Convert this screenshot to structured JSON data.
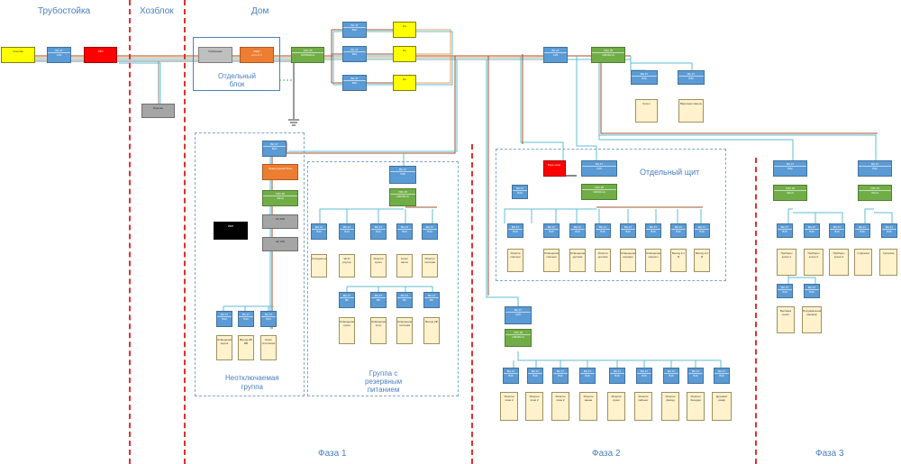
{
  "sections": {
    "truboboy": "Трубостойка",
    "hozblok": "Хозблок",
    "dom": "Дом"
  },
  "labels": {
    "separate_block": "Отдельный\nблок",
    "separate_panel": "Отдельный щит",
    "non_disconnect": "Неотключаемая\nгруппа",
    "reserve_group": "Группа с\nрезервным\nпитанием",
    "phase1": "Фаза 1",
    "phase2": "Фаза 2",
    "phase3": "Фаза 3"
  },
  "colors": {
    "label": "#4a7fc1",
    "separator": "#e03030",
    "wire_brown": "#a0522d",
    "wire_orange": "#e8a060",
    "wire_blue": "#5fbcd3",
    "wire_gray": "#888888"
  },
  "blocks": [
    {
      "id": "b0",
      "color": "yellow",
      "line1": "Счетчик",
      "line2": ""
    },
    {
      "id": "b1",
      "color": "blue",
      "line1": "ВА 47",
      "line2": "С40"
    },
    {
      "id": "b2",
      "color": "red",
      "line1": "УЗП",
      "line2": ""
    },
    {
      "id": "b3",
      "color": "dgray",
      "line1": "Розетка",
      "line2": ""
    },
    {
      "id": "b4",
      "color": "gray",
      "line1": "Рубильник",
      "line2": ""
    },
    {
      "id": "b5",
      "color": "orange",
      "line1": "АВДТ",
      "line2": "Ауто 2 3"
    },
    {
      "id": "b6",
      "color": "green",
      "line1": "УЗО 25",
      "line2": "100/300mA"
    },
    {
      "id": "b7",
      "color": "blue",
      "line1": "ВА 47",
      "line2": "В10"
    },
    {
      "id": "b8",
      "color": "blue",
      "line1": "ВА 47",
      "line2": "В10"
    },
    {
      "id": "b9",
      "color": "blue",
      "line1": "ВА 47",
      "line2": "В10"
    },
    {
      "id": "b10",
      "color": "yellow",
      "line1": "Рн",
      "line2": ""
    },
    {
      "id": "b11",
      "color": "yellow",
      "line1": "Рн",
      "line2": ""
    },
    {
      "id": "b12",
      "color": "yellow",
      "line1": "Рн",
      "line2": ""
    },
    {
      "id": "b13",
      "color": "blue",
      "line1": "ВА 47",
      "line2": "С25"
    },
    {
      "id": "b14",
      "color": "green",
      "line1": "УЗО 25",
      "line2": "100/30mA"
    },
    {
      "id": "b15",
      "color": "blue",
      "line1": "ВА 47",
      "line2": "В16"
    },
    {
      "id": "b16",
      "color": "blue",
      "line1": "ВА 47",
      "line2": "В16"
    },
    {
      "id": "b17",
      "color": "load",
      "line1": "Котел",
      "line2": ""
    },
    {
      "id": "b18",
      "color": "load",
      "line1": "Варочная панель",
      "line2": ""
    },
    {
      "id": "b19",
      "color": "blue",
      "line1": "ВА 47",
      "line2": "В16"
    },
    {
      "id": "b20",
      "color": "orange",
      "line1": "Инверторный блок",
      "line2": ""
    },
    {
      "id": "b21",
      "color": "green",
      "line1": "УЗО 25",
      "line2": "30mA"
    },
    {
      "id": "b22",
      "color": "dgray",
      "line1": "АС 100",
      "line2": ""
    },
    {
      "id": "b23",
      "color": "black",
      "line1": "ИБП",
      "line2": ""
    },
    {
      "id": "b24",
      "color": "dgray",
      "line1": "АС 100",
      "line2": ""
    },
    {
      "id": "b25",
      "color": "blue",
      "line1": "ВА 47",
      "line2": "В10"
    },
    {
      "id": "b26",
      "color": "blue",
      "line1": "ВА 47",
      "line2": "В10"
    },
    {
      "id": "b27",
      "color": "blue",
      "line1": "ВА 47",
      "line2": "В10"
    },
    {
      "id": "b28",
      "color": "load",
      "line1": "Освещение",
      "line2": "щиток"
    },
    {
      "id": "b29",
      "color": "load",
      "line1": "Выход 2Ф",
      "line2": "ВВ"
    },
    {
      "id": "b30",
      "color": "load",
      "line1": "Котел",
      "line2": "отопления"
    },
    {
      "id": "b31",
      "color": "blue",
      "line1": "ВА 47",
      "line2": "С25"
    },
    {
      "id": "b32",
      "color": "green",
      "line1": "УЗО 25",
      "line2": "100/30mA"
    },
    {
      "id": "b33",
      "color": "blue",
      "line1": "ВА 47",
      "line2": "В10"
    },
    {
      "id": "b34",
      "color": "blue",
      "line1": "ВА 47",
      "line2": "В10"
    },
    {
      "id": "b35",
      "color": "blue",
      "line1": "ВА 47",
      "line2": "В10"
    },
    {
      "id": "b36",
      "color": "blue",
      "line1": "ВА 47",
      "line2": "В10"
    },
    {
      "id": "b37",
      "color": "blue",
      "line1": "ВА 47",
      "line2": "В10"
    },
    {
      "id": "b38",
      "color": "load",
      "line1": "Холодильник",
      "line2": ""
    },
    {
      "id": "b39",
      "color": "load",
      "line1": "Wi-Fi",
      "line2": "роутер"
    },
    {
      "id": "b40",
      "color": "load",
      "line1": "Розетки",
      "line2": "кухня"
    },
    {
      "id": "b41",
      "color": "load",
      "line1": "Котел",
      "line2": "насос"
    },
    {
      "id": "b42",
      "color": "load",
      "line1": "Розетки",
      "line2": "гостиная"
    },
    {
      "id": "b43",
      "color": "blue",
      "line1": "ВА 47",
      "line2": "В6"
    },
    {
      "id": "b44",
      "color": "blue",
      "line1": "ВА 47",
      "line2": "В6"
    },
    {
      "id": "b45",
      "color": "blue",
      "line1": "ВА 47",
      "line2": "В6"
    },
    {
      "id": "b46",
      "color": "blue",
      "line1": "ВА 47",
      "line2": "В6"
    },
    {
      "id": "b47",
      "color": "load",
      "line1": "Освещение",
      "line2": "кухня"
    },
    {
      "id": "b48",
      "color": "load",
      "line1": "Освещение",
      "line2": "холл"
    },
    {
      "id": "b49",
      "color": "load",
      "line1": "Освещение",
      "line2": "гостиная"
    },
    {
      "id": "b50",
      "color": "load",
      "line1": "Выход 2Ф",
      "line2": ""
    },
    {
      "id": "b51",
      "color": "red",
      "line1": "Реле напр.",
      "line2": ""
    },
    {
      "id": "b52",
      "color": "blue",
      "line1": "ВА 47",
      "line2": "С25"
    },
    {
      "id": "b53",
      "color": "blue",
      "line1": "ВА 47",
      "line2": "В10"
    },
    {
      "id": "b54",
      "color": "green",
      "line1": "УЗО 25",
      "line2": "100/30mA"
    },
    {
      "id": "b55",
      "color": "blue",
      "line1": "ВА 47",
      "line2": "В10"
    },
    {
      "id": "b56",
      "color": "blue",
      "line1": "ВА 47",
      "line2": "В16"
    },
    {
      "id": "b57",
      "color": "blue",
      "line1": "ВА 47",
      "line2": "В16"
    },
    {
      "id": "b58",
      "color": "blue",
      "line1": "ВА 47",
      "line2": "В16"
    },
    {
      "id": "b59",
      "color": "blue",
      "line1": "ВА 47",
      "line2": "В16"
    },
    {
      "id": "b60",
      "color": "blue",
      "line1": "ВА 47",
      "line2": "В16"
    },
    {
      "id": "b61",
      "color": "blue",
      "line1": "ВА 47",
      "line2": "В16"
    },
    {
      "id": "b62",
      "color": "blue",
      "line1": "ВА 47",
      "line2": "В16"
    },
    {
      "id": "b63",
      "color": "load",
      "line1": "Розетки",
      "line2": "спальня"
    },
    {
      "id": "b64",
      "color": "load",
      "line1": "Освещение",
      "line2": "спальня"
    },
    {
      "id": "b65",
      "color": "load",
      "line1": "Освещение",
      "line2": "детская"
    },
    {
      "id": "b66",
      "color": "load",
      "line1": "Розетки",
      "line2": "детская"
    },
    {
      "id": "b67",
      "color": "load",
      "line1": "Освещение",
      "line2": "коридор"
    },
    {
      "id": "b68",
      "color": "load",
      "line1": "Освещение",
      "line2": "санузел"
    },
    {
      "id": "b69",
      "color": "load",
      "line1": "Выход 2.1",
      "line2": "Ф"
    },
    {
      "id": "b70",
      "color": "load",
      "line1": "Выход 2.2",
      "line2": "Ф"
    },
    {
      "id": "b71",
      "color": "blue",
      "line1": "ВА 47",
      "line2": "С25"
    },
    {
      "id": "b72",
      "color": "green",
      "line1": "УЗО 25",
      "line2": "100/30mA"
    },
    {
      "id": "b73",
      "color": "blue",
      "line1": "ВА 47",
      "line2": "В16"
    },
    {
      "id": "b74",
      "color": "blue",
      "line1": "ВА 47",
      "line2": "В16"
    },
    {
      "id": "b75",
      "color": "blue",
      "line1": "ВА 47",
      "line2": "В16"
    },
    {
      "id": "b76",
      "color": "blue",
      "line1": "ВА 47",
      "line2": "В16"
    },
    {
      "id": "b77",
      "color": "blue",
      "line1": "ВА 47",
      "line2": "В16"
    },
    {
      "id": "b78",
      "color": "blue",
      "line1": "ВА 47",
      "line2": "В16"
    },
    {
      "id": "b79",
      "color": "blue",
      "line1": "ВА 47",
      "line2": "В16"
    },
    {
      "id": "b80",
      "color": "blue",
      "line1": "ВА 47",
      "line2": "В16"
    },
    {
      "id": "b81",
      "color": "blue",
      "line1": "ВА 47",
      "line2": "В16"
    },
    {
      "id": "b82",
      "color": "load",
      "line1": "Розетки",
      "line2": "этаж 2"
    },
    {
      "id": "b83",
      "color": "load",
      "line1": "Розетки",
      "line2": "этаж 2"
    },
    {
      "id": "b84",
      "color": "load",
      "line1": "Розетки",
      "line2": "этаж 2"
    },
    {
      "id": "b85",
      "color": "load",
      "line1": "Розетки",
      "line2": "ванна"
    },
    {
      "id": "b86",
      "color": "load",
      "line1": "Розетки",
      "line2": "кухня"
    },
    {
      "id": "b87",
      "color": "load",
      "line1": "Розетки",
      "line2": "кабинет"
    },
    {
      "id": "b88",
      "color": "load",
      "line1": "Розетки",
      "line2": "фасад"
    },
    {
      "id": "b89",
      "color": "load",
      "line1": "Розетки",
      "line2": "беседка"
    },
    {
      "id": "b90",
      "color": "load",
      "line1": "Духовой",
      "line2": "шкаф"
    },
    {
      "id": "b91",
      "color": "blue",
      "line1": "ВА 47",
      "line2": "В32"
    },
    {
      "id": "b92",
      "color": "green",
      "line1": "УЗО 25",
      "line2": "30mA"
    },
    {
      "id": "b93",
      "color": "blue",
      "line1": "ВА 47",
      "line2": "В16"
    },
    {
      "id": "b94",
      "color": "blue",
      "line1": "ВА 47",
      "line2": "В16"
    },
    {
      "id": "b95",
      "color": "blue",
      "line1": "ВА 47",
      "line2": "В16"
    },
    {
      "id": "b96",
      "color": "load",
      "line1": "Приборы",
      "line2": "кухня 1"
    },
    {
      "id": "b97",
      "color": "load",
      "line1": "Приборы",
      "line2": "кухня 2"
    },
    {
      "id": "b98",
      "color": "load",
      "line1": "Приборы",
      "line2": "кухня 3"
    },
    {
      "id": "b99",
      "color": "blue",
      "line1": "ВА 47",
      "line2": "В16"
    },
    {
      "id": "b100",
      "color": "blue",
      "line1": "ВА 47",
      "line2": "В16"
    },
    {
      "id": "b101",
      "color": "load",
      "line1": "Вытяжка",
      "line2": "кухня"
    },
    {
      "id": "b102",
      "color": "load",
      "line1": "Посудомоечная",
      "line2": "машина"
    },
    {
      "id": "b103",
      "color": "blue",
      "line1": "ВА 47",
      "line2": "В32"
    },
    {
      "id": "b104",
      "color": "green",
      "line1": "УЗО 40",
      "line2": "30mA"
    },
    {
      "id": "b105",
      "color": "blue",
      "line1": "ВА 47",
      "line2": "В16"
    },
    {
      "id": "b106",
      "color": "blue",
      "line1": "ВА 47",
      "line2": "В16"
    },
    {
      "id": "b107",
      "color": "load",
      "line1": "Стиралка",
      "line2": ""
    },
    {
      "id": "b108",
      "color": "load",
      "line1": "Сушилка",
      "line2": ""
    }
  ]
}
